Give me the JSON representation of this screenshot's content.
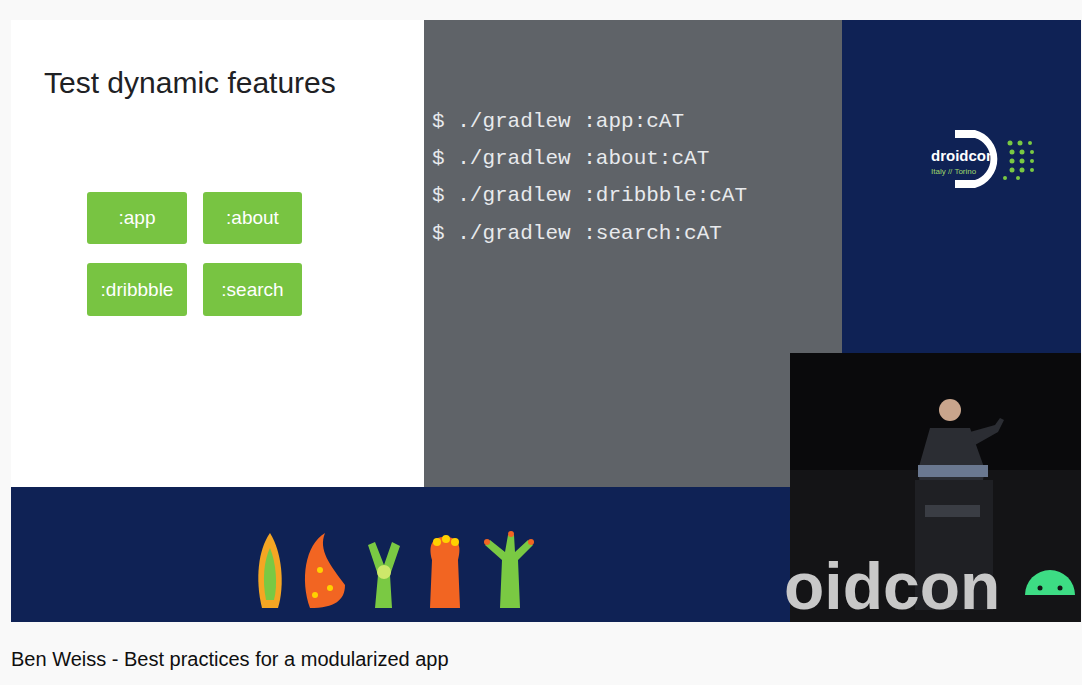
{
  "diagram": {
    "title": "Test dynamic features",
    "caption": "Ben Weiss - Best practices for a modularized app",
    "nodes": [
      {
        "text": [
          ":app"
        ]
      },
      {
        "text": [
          ":about"
        ]
      },
      {
        "text": [
          ":dribbble"
        ]
      },
      {
        "text": [
          ":search"
        ]
      }
    ],
    "labels": [
      "$ ./gradlew :app:cAT",
      "$ ./gradlew :about:cAT",
      "$ ./gradlew :dribbble:cAT",
      "$ ./gradlew :search:cAT",
      "droidcon",
      "Italy // Torino",
      "oidcon"
    ]
  }
}
